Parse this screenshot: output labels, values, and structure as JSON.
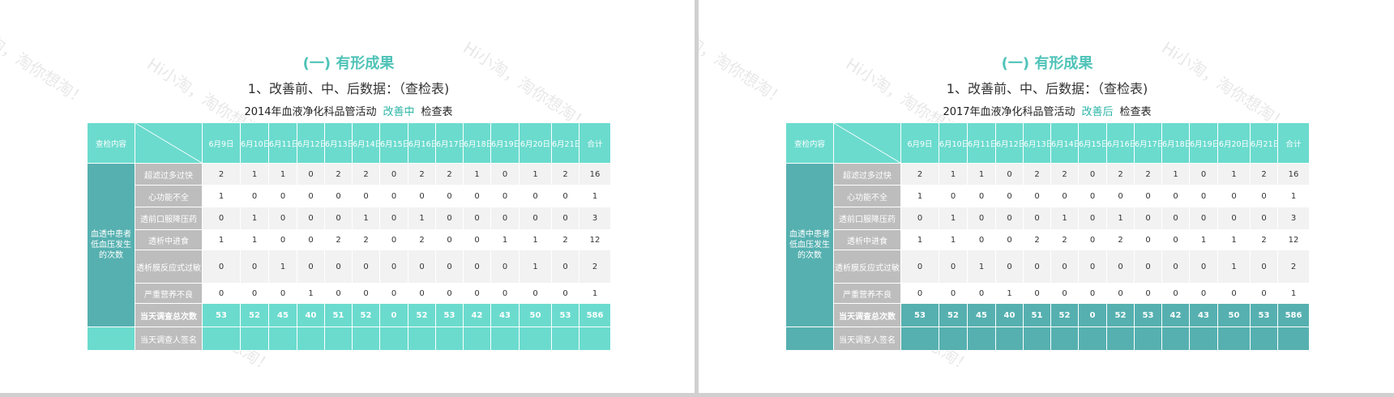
{
  "watermark": "Hi小淘，淘你想淘！",
  "colors": {
    "accent": "#4fc3b8",
    "header": "#6bdbce",
    "group": "#56b0b0",
    "label": "#bdbdbd"
  },
  "slides": [
    {
      "title": "(一) 有形成果",
      "subtitle": "1、改善前、中、后数据：（查检表)",
      "caption_pre": "2014年血液净化科品管活动",
      "caption_highlight": "改善中",
      "caption_post": "检查表"
    },
    {
      "title": "(一) 有形成果",
      "subtitle": "1、改善前、中、后数据：（查检表)",
      "caption_pre": "2017年血液净化科品管活动",
      "caption_highlight": "改善后",
      "caption_post": "检查表"
    }
  ],
  "table": {
    "corner_label": "查检内容",
    "columns": [
      "6月9日",
      "6月10日",
      "6月11日",
      "6月12日",
      "6月13日",
      "6月14日",
      "6月15日",
      "6月16日",
      "6月17日",
      "6月18日",
      "6月19日",
      "6月20日",
      "6月21日",
      "合计"
    ],
    "group_label": "血透中患者低血压发生的次数",
    "rows": [
      {
        "label": "超滤过多过快",
        "values": [
          "2",
          "1",
          "1",
          "0",
          "2",
          "2",
          "0",
          "2",
          "2",
          "1",
          "0",
          "1",
          "2",
          "16"
        ]
      },
      {
        "label": "心功能不全",
        "values": [
          "1",
          "0",
          "0",
          "0",
          "0",
          "0",
          "0",
          "0",
          "0",
          "0",
          "0",
          "0",
          "0",
          "1"
        ]
      },
      {
        "label": "透前口服降压药",
        "values": [
          "0",
          "1",
          "0",
          "0",
          "0",
          "1",
          "0",
          "1",
          "0",
          "0",
          "0",
          "0",
          "0",
          "3"
        ]
      },
      {
        "label": "透析中进食",
        "values": [
          "1",
          "1",
          "0",
          "0",
          "2",
          "2",
          "0",
          "2",
          "0",
          "0",
          "1",
          "1",
          "2",
          "12"
        ]
      },
      {
        "label": "透析膜反应式过敏",
        "values": [
          "0",
          "0",
          "1",
          "0",
          "0",
          "0",
          "0",
          "0",
          "0",
          "0",
          "0",
          "1",
          "0",
          "2"
        ]
      },
      {
        "label": "严重营养不良",
        "values": [
          "0",
          "0",
          "0",
          "1",
          "0",
          "0",
          "0",
          "0",
          "0",
          "0",
          "0",
          "0",
          "0",
          "1"
        ]
      }
    ],
    "total_row": {
      "label": "当天调查总次数",
      "values": [
        "53",
        "52",
        "45",
        "40",
        "51",
        "52",
        "0",
        "52",
        "53",
        "42",
        "43",
        "50",
        "53",
        "586"
      ]
    },
    "signature_row": {
      "label": "当天调查人签名"
    }
  }
}
